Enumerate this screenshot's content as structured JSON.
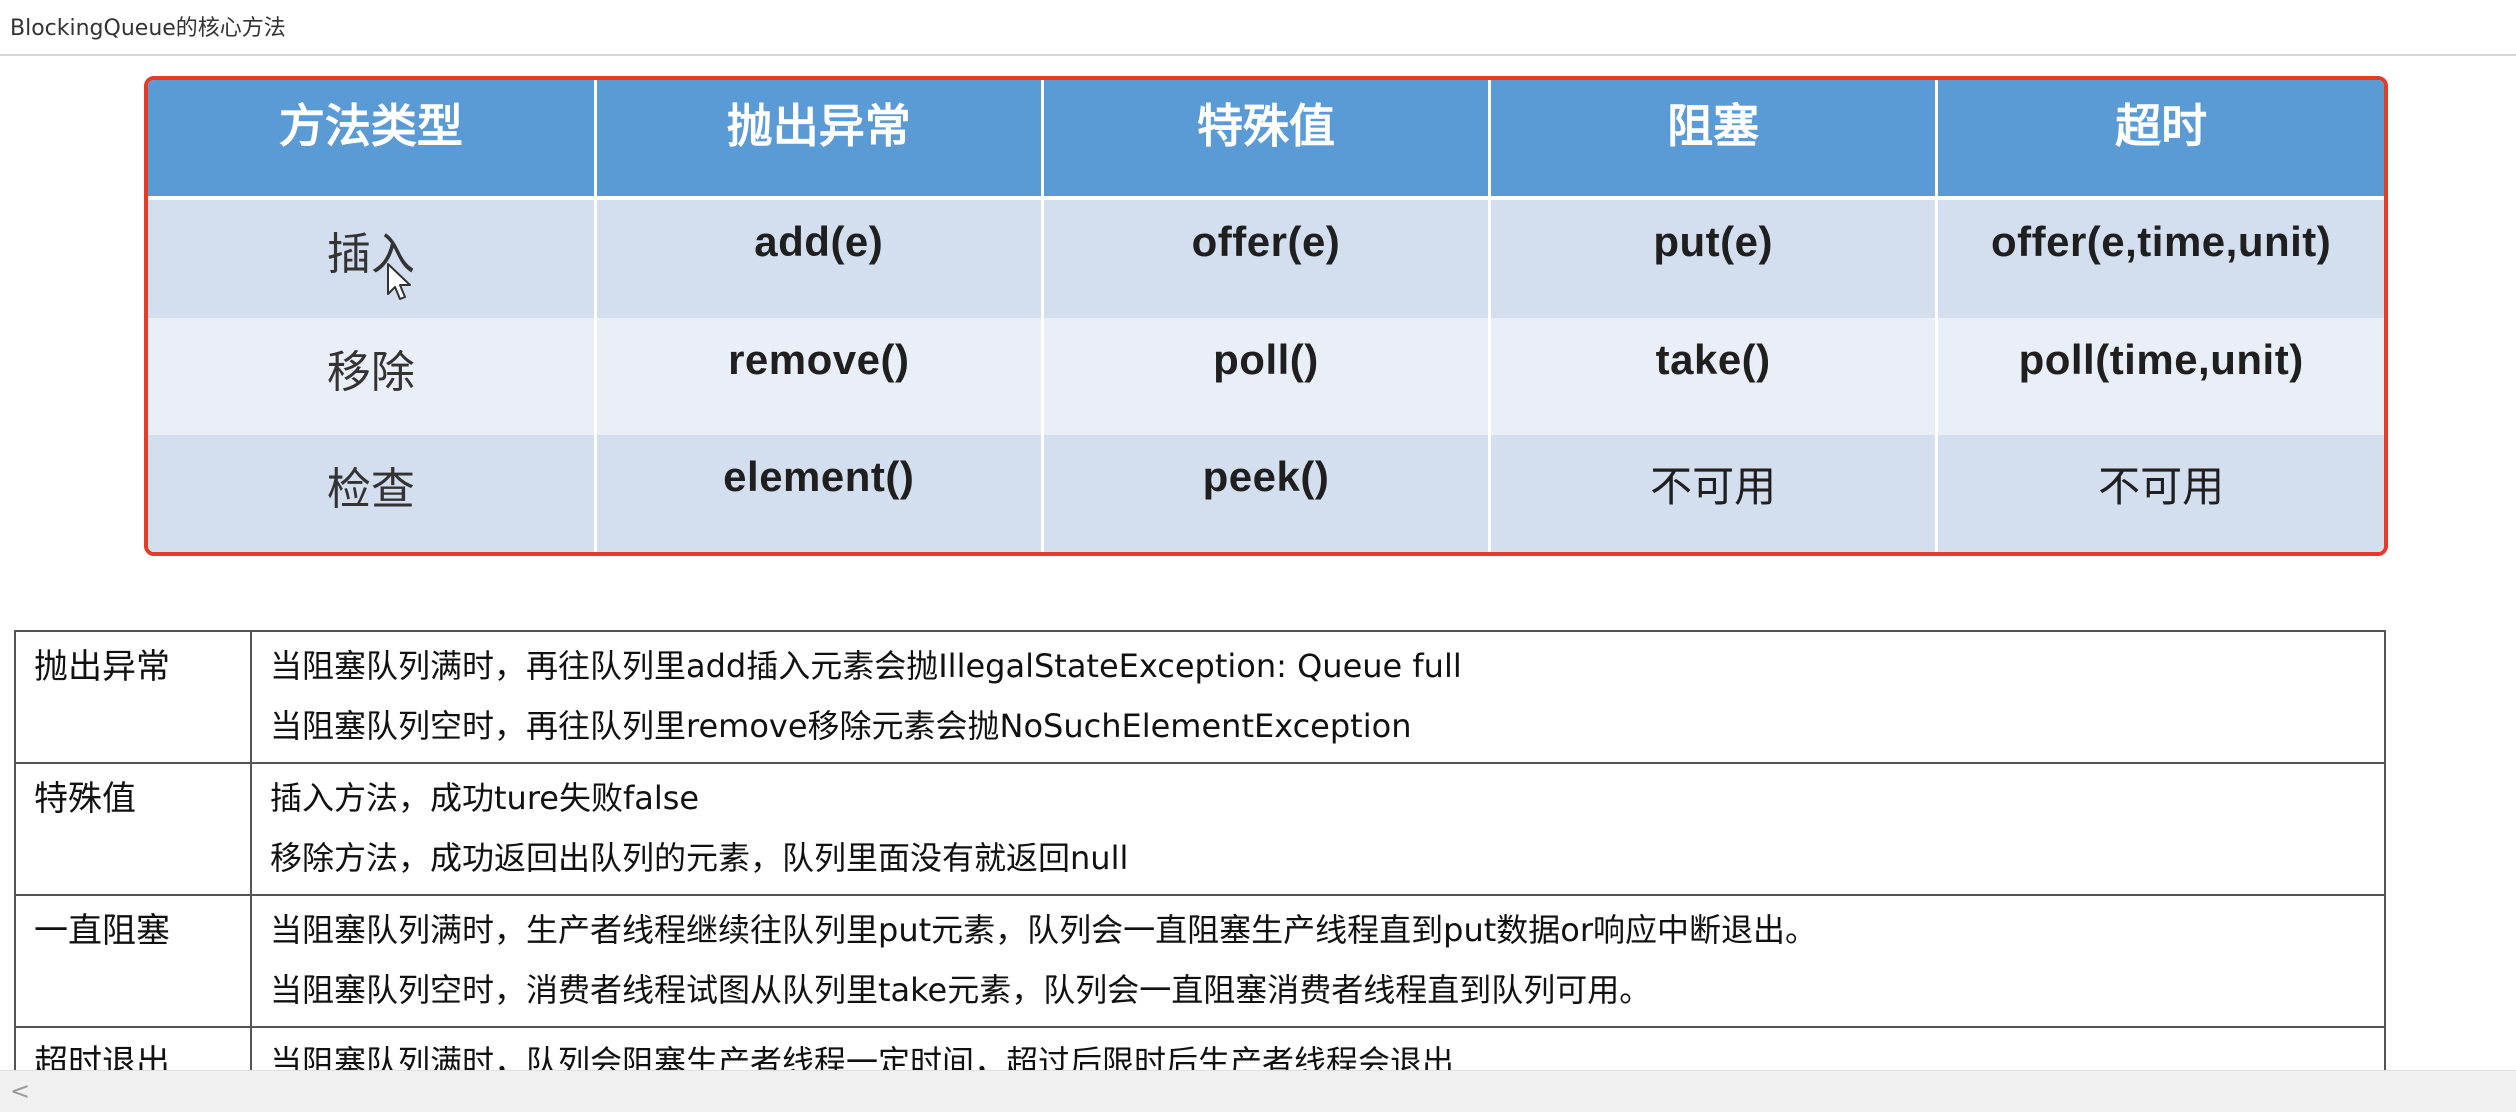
{
  "heading": "BlockingQueue的核心方法",
  "method_table": {
    "headers": [
      "方法类型",
      "抛出异常",
      "特殊值",
      "阻塞",
      "超时"
    ],
    "rows": [
      [
        "插入",
        "add(e)",
        "offer(e)",
        "put(e)",
        "offer(e,time,unit)"
      ],
      [
        "移除",
        "remove()",
        "poll()",
        "take()",
        "poll(time,unit)"
      ],
      [
        "检查",
        "element()",
        "peek()",
        "不可用",
        "不可用"
      ]
    ]
  },
  "explain_table": [
    {
      "label": "抛出异常",
      "lines": [
        "当阻塞队列满时，再往队列里add插入元素会抛IllegalStateException: Queue full",
        "当阻塞队列空时，再往队列里remove移除元素会抛NoSuchElementException"
      ]
    },
    {
      "label": "特殊值",
      "lines": [
        "插入方法，成功ture失败false",
        "移除方法，成功返回出队列的元素，队列里面没有就返回null"
      ]
    },
    {
      "label": "一直阻塞",
      "lines": [
        "当阻塞队列满时，生产者线程继续往队列里put元素，队列会一直阻塞生产线程直到put数据or响应中断退出。",
        "当阻塞队列空时，消费者线程试图从队列里take元素，队列会一直阻塞消费者线程直到队列可用。"
      ]
    },
    {
      "label": "超时退出",
      "lines": [
        "当阻塞队列满时，队列会阻塞生产者线程一定时间，超过后限时后生产者线程会退出"
      ]
    }
  ],
  "scrollbar": {
    "left_arrow_icon": "chevron-left-icon",
    "left_arrow_glyph": "<"
  },
  "colors": {
    "header_bg": "#5b9bd5",
    "row_alt": "#d3deee",
    "row_light": "#eaeff7",
    "highlight_border": "#e53b28"
  }
}
